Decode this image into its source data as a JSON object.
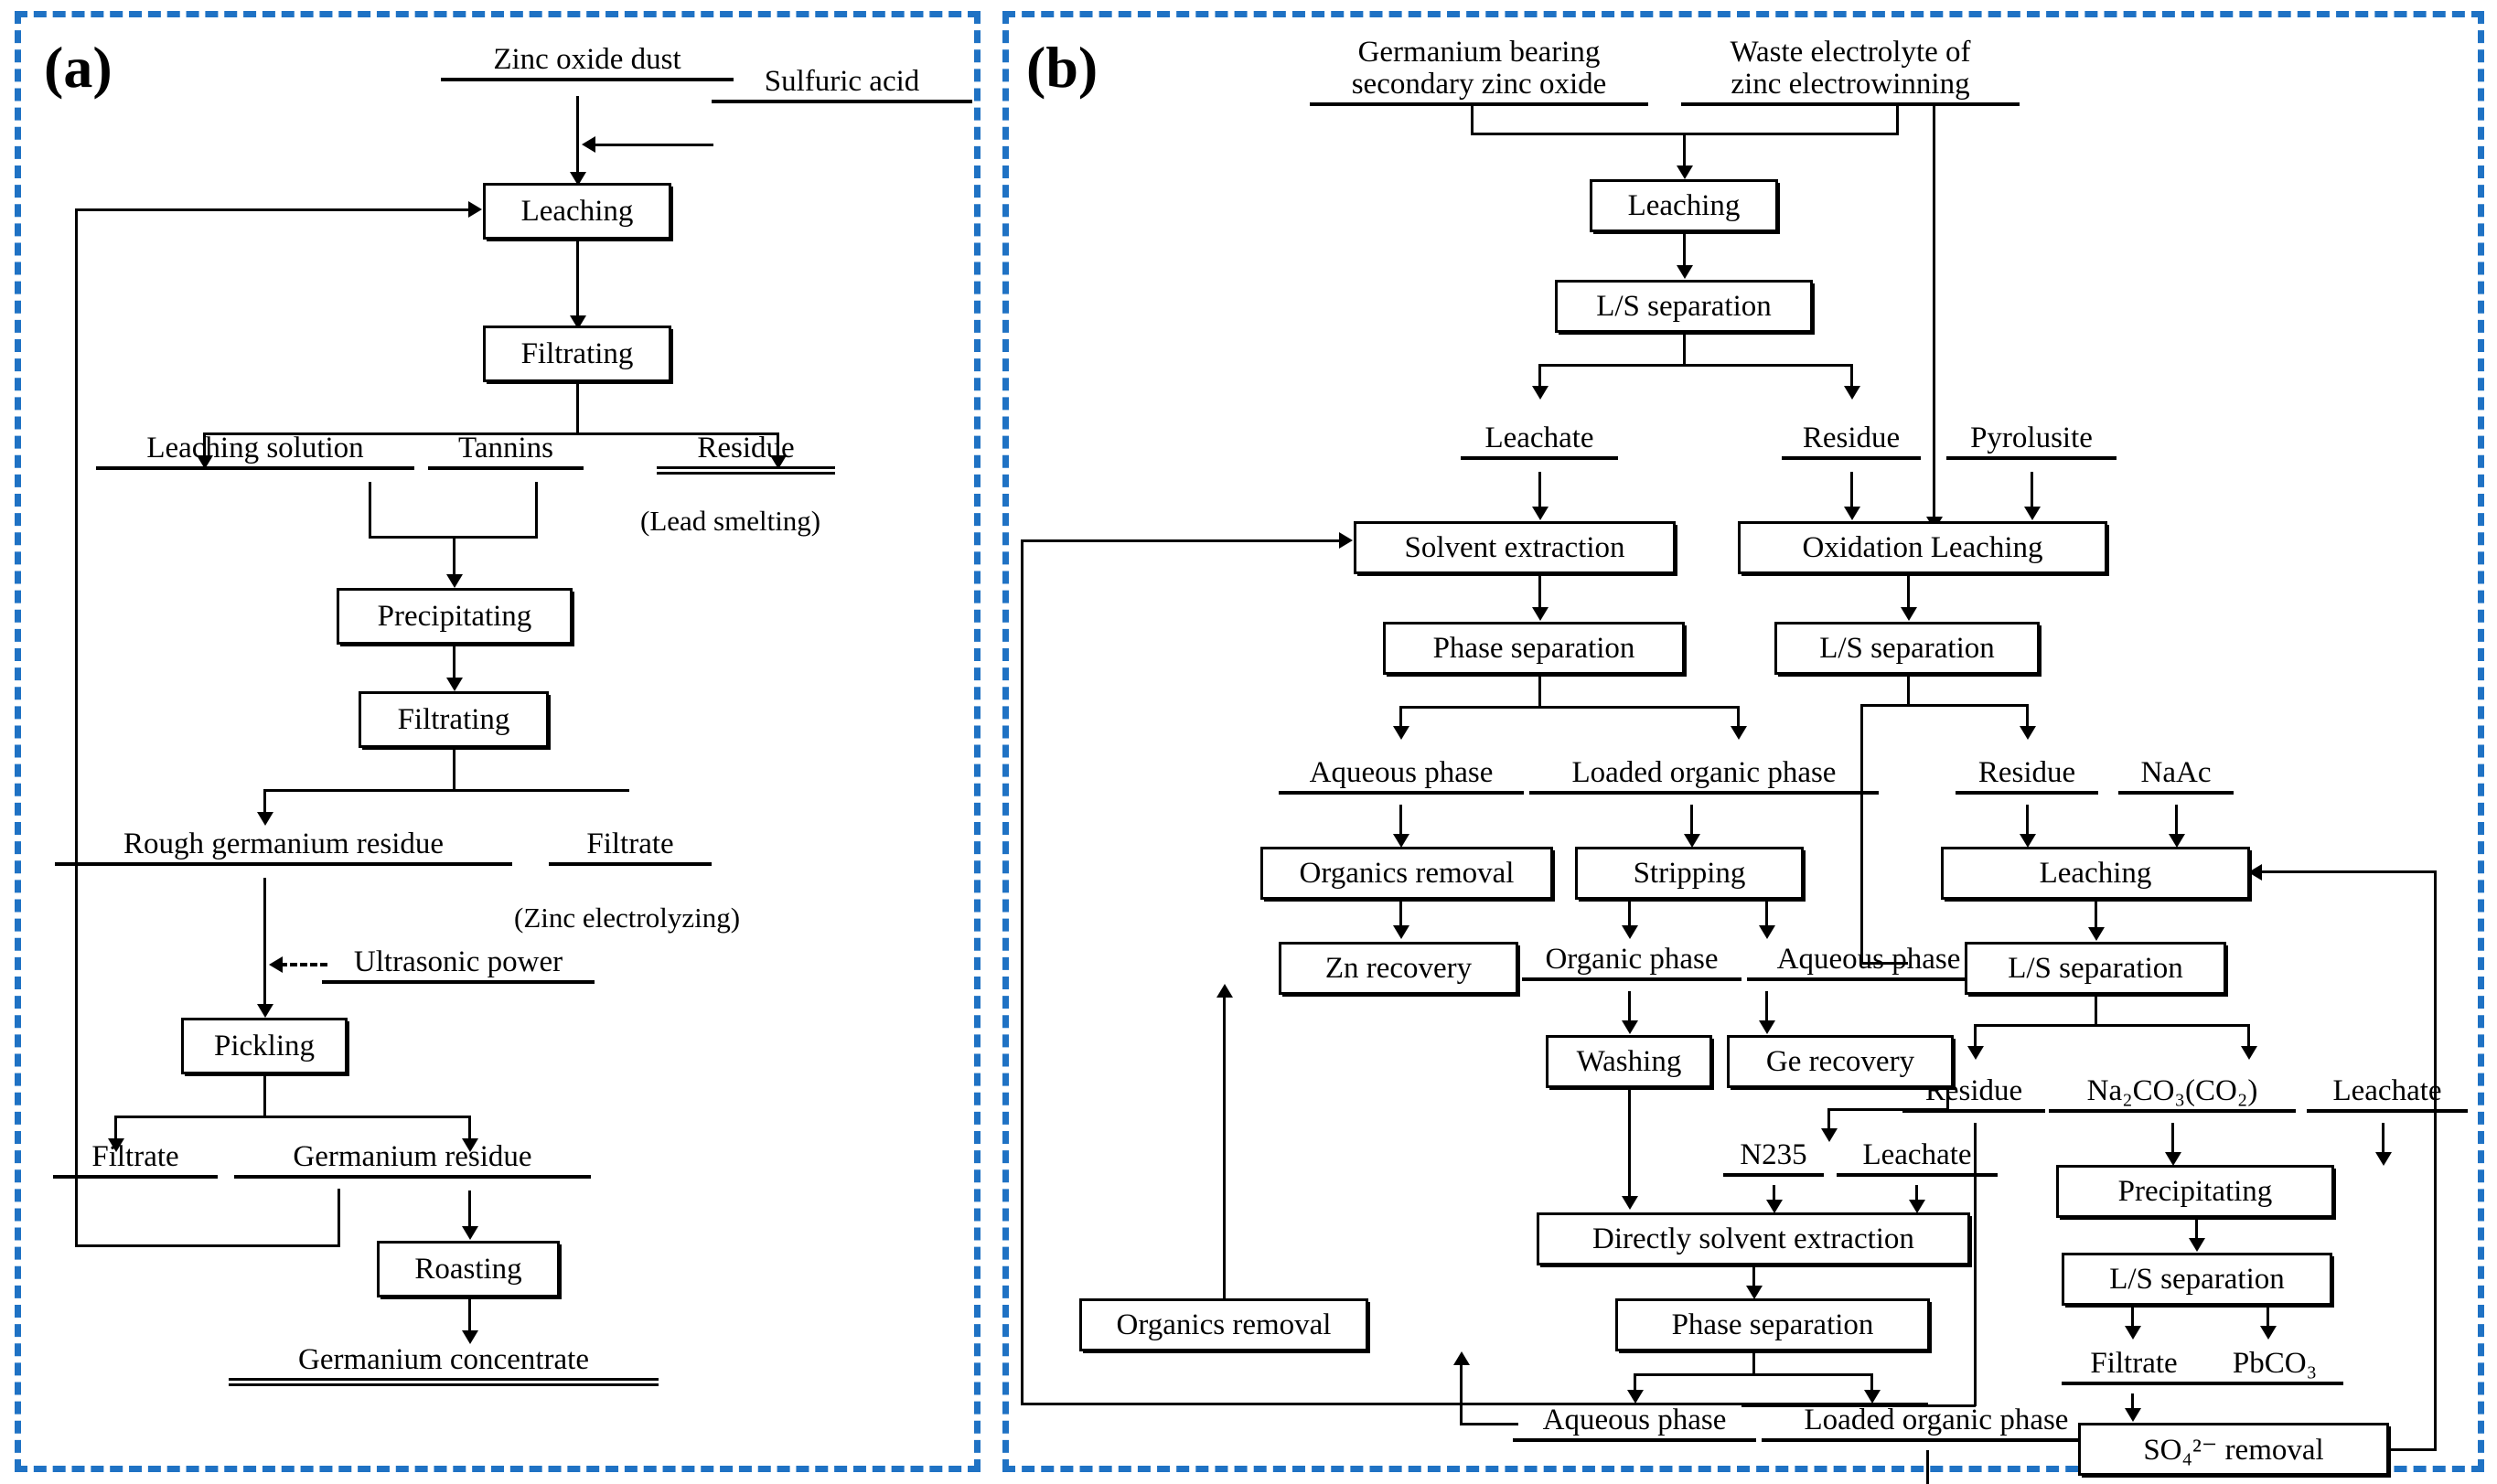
{
  "figure": {
    "panel_a": {
      "tag": "(a)",
      "nodes": {
        "zinc_oxide_dust": "Zinc oxide dust",
        "sulfuric_acid": "Sulfuric acid",
        "leaching": "Leaching",
        "filtrating_1": "Filtrating",
        "leaching_solution": "Leaching solution",
        "tannins": "Tannins",
        "residue": "Residue",
        "residue_note": "(Lead smelting)",
        "precipitating": "Precipitating",
        "filtrating_2": "Filtrating",
        "rough_germanium_residue": "Rough germanium residue",
        "filtrate_1": "Filtrate",
        "filtrate_note": "(Zinc electrolyzing)",
        "ultrasonic_power": "Ultrasonic power",
        "pickling": "Pickling",
        "filtrate_2": "Filtrate",
        "germanium_residue": "Germanium residue",
        "roasting": "Roasting",
        "germanium_concentrate": "Germanium concentrate"
      }
    },
    "panel_b": {
      "tag": "(b)",
      "nodes": {
        "feed_zinc_oxide_l1": "Germanium bearing",
        "feed_zinc_oxide_l2": "secondary zinc oxide",
        "waste_electrolyte_l1": "Waste electrolyte of",
        "waste_electrolyte_l2": "zinc electrowinning",
        "leaching_1": "Leaching",
        "ls_separation_1": "L/S separation",
        "leachate_1": "Leachate",
        "residue_1": "Residue",
        "pyrolusite": "Pyrolusite",
        "solvent_extraction": "Solvent extraction",
        "oxidation_leaching": "Oxidation Leaching",
        "phase_separation_1": "Phase separation",
        "ls_separation_2": "L/S separation",
        "aqueous_phase_1": "Aqueous phase",
        "loaded_organic_phase_1": "Loaded organic phase",
        "residue_2": "Residue",
        "naac": "NaAc",
        "organics_removal_1": "Organics removal",
        "stripping": "Stripping",
        "leaching_2": "Leaching",
        "zn_recovery": "Zn recovery",
        "organic_phase": "Organic phase",
        "aqueous_phase_2": "Aqueous phase",
        "ls_separation_3": "L/S separation",
        "washing": "Washing",
        "ge_recovery": "Ge recovery",
        "residue_3": "Residue",
        "na2co3": "Na₂CO₃(CO₂)",
        "leachate_3": "Leachate",
        "n235": "N235",
        "leachate_2": "Leachate",
        "precipitating": "Precipitating",
        "directly_solvent_extraction": "Directly solvent extraction",
        "ls_separation_4": "L/S separation",
        "organics_removal_2": "Organics removal",
        "phase_separation_2": "Phase separation",
        "filtrate": "Filtrate",
        "pbco3": "PbCO₃",
        "aqueous_phase_3": "Aqueous phase",
        "loaded_organic_phase_2": "Loaded organic phase",
        "so4_removal": "SO₄²⁻ removal"
      }
    }
  },
  "colors": {
    "frame_dashed": "#1f72c4",
    "line": "#000000",
    "background": "#ffffff"
  }
}
